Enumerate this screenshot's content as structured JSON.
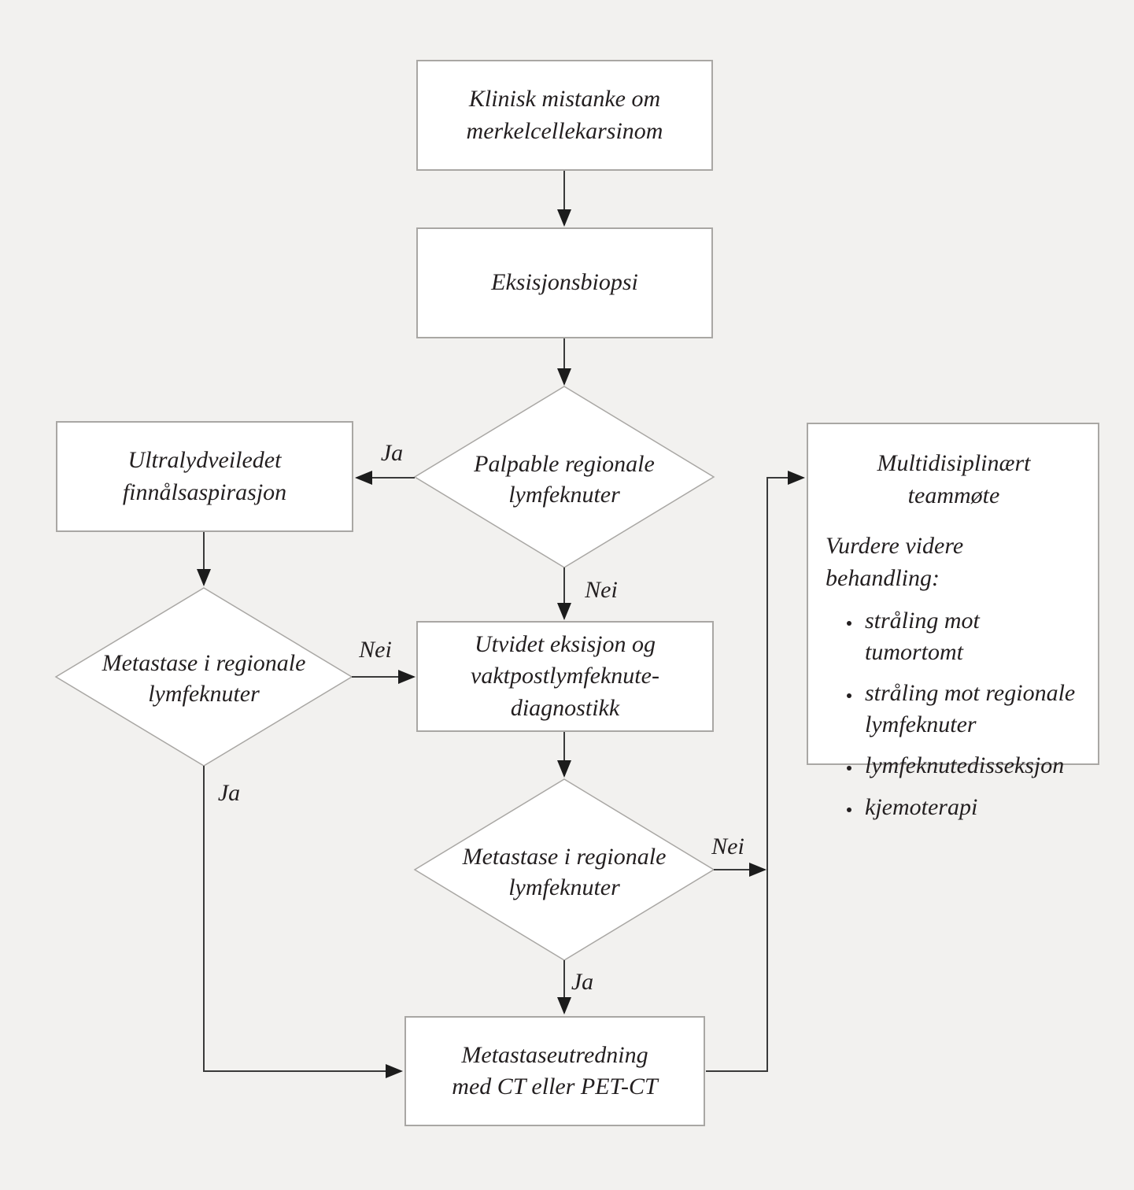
{
  "diagram": {
    "language": "Norwegian",
    "colors": {
      "background": "#f2f1ef",
      "node_fill": "#ffffff",
      "node_border": "#a9a7a4",
      "text": "#231f20",
      "arrow_stem": "#3a3a3a",
      "arrow_head": "#1c1c1c"
    },
    "nodes": {
      "klinisk": {
        "label": "Klinisk mistanke om\nmerkelcellekarsinom"
      },
      "eksisjon": {
        "label": "Eksisjonsbiopsi"
      },
      "palpable": {
        "label": "Palpable regionale\nlymfeknuter"
      },
      "ultralyd": {
        "label": "Ultralydveiledet\nfinnålsaspirasjon"
      },
      "metastase_left": {
        "label": "Metastase i regionale\nlymfeknuter"
      },
      "utvidet": {
        "label": "Utvidet eksisjon og\nvaktpostlymfeknute-\ndiagnostikk"
      },
      "metastase_center": {
        "label": "Metastase i regionale\nlymfeknuter"
      },
      "metastaseutredning": {
        "label": "Metastaseutredning\nmed CT eller PET-CT"
      },
      "mdt": {
        "title": "Multidisiplinært\nteammøte",
        "subtitle": "Vurdere videre behandling:",
        "bullets": [
          "stråling mot tumortomt",
          "stråling mot regionale lymfeknuter",
          "lymfeknutedisseksjon",
          "kjemoterapi"
        ]
      }
    },
    "edge_labels": {
      "palpable_ja": "Ja",
      "palpable_nei": "Nei",
      "metastase_left_nei": "Nei",
      "metastase_left_ja": "Ja",
      "metastase_center_nei": "Nei",
      "metastase_center_ja": "Ja"
    }
  }
}
